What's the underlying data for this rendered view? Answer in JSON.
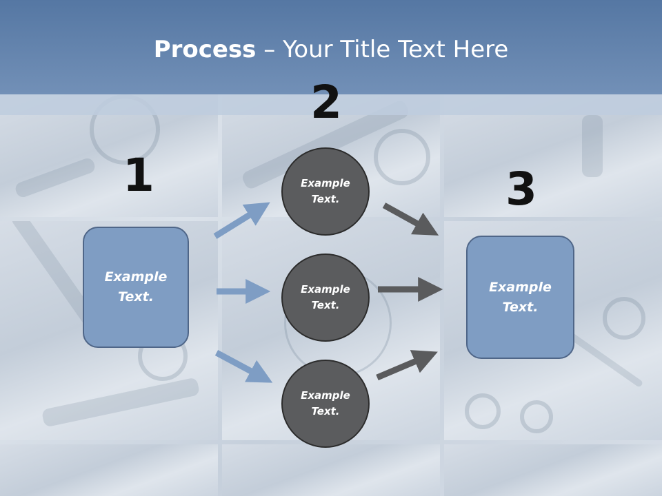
{
  "slide": {
    "title_bold": "Process",
    "title_rest": " – Your Title Text Here",
    "step_numbers": [
      "1",
      "2",
      "3"
    ],
    "left_box": "Example Text.",
    "right_box": "Example Text.",
    "circles": [
      "Example Text.",
      "Example Text.",
      "Example Text."
    ]
  },
  "colors": {
    "header": "#5f80ab",
    "box_fill": "#7f9dc3",
    "circle_fill": "#5b5c5e",
    "arrow_blue": "#7e9dc4",
    "arrow_gray": "#5a5b5d"
  },
  "icons": {
    "background": "tools-photo-grid",
    "arrows": "arrow-right"
  }
}
